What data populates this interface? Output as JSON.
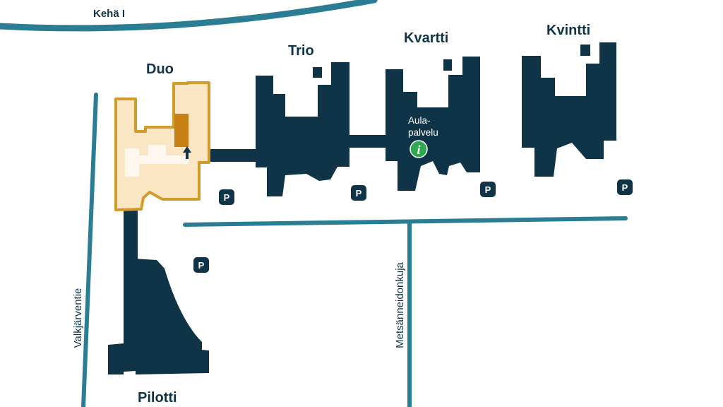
{
  "colors": {
    "road": "#2a7d93",
    "building": "#0f3347",
    "highlight_fill": "#fbe6c4",
    "highlight_stroke": "#d39a2c",
    "highlight_dark": "#c77f16",
    "info": "#2fa84f",
    "background": "#ffffff"
  },
  "roads": {
    "ring": "Kehä I",
    "west": "Valkjärventie",
    "middle": "Metsänneidonkuja"
  },
  "buildings": {
    "duo": "Duo",
    "trio": "Trio",
    "kvartti": "Kvartti",
    "kvintti": "Kvintti",
    "pilotti": "Pilotti"
  },
  "info_point": {
    "label_line1": "Aula-",
    "label_line2": "palvelu",
    "icon_glyph": "i",
    "icon": "info-icon"
  },
  "parking": {
    "glyph": "P",
    "icon": "parking-icon"
  },
  "entrance_marker": {
    "icon": "arrow-up-icon"
  }
}
